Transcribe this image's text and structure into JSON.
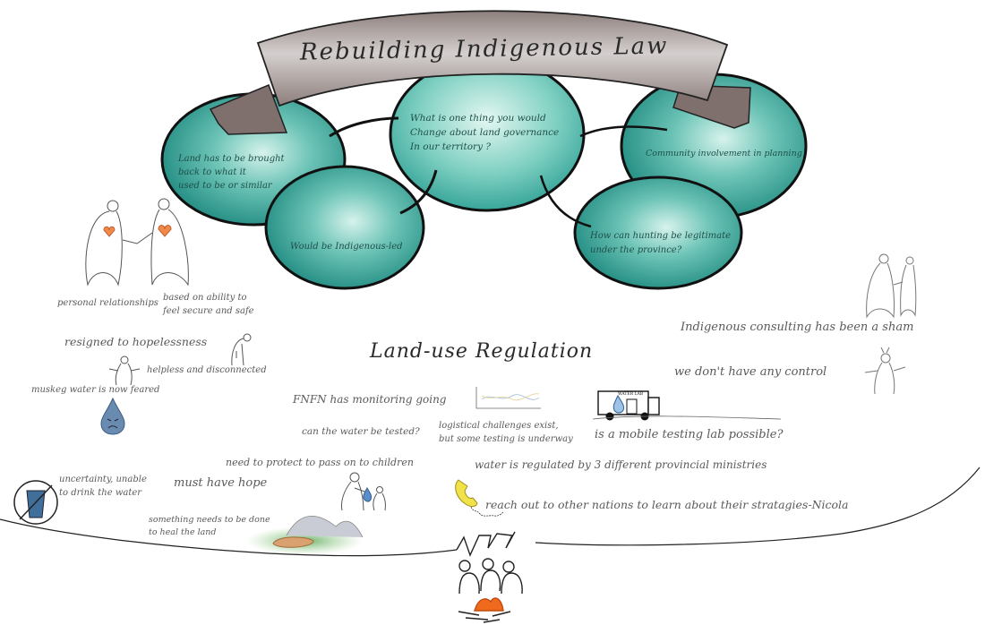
{
  "banner": {
    "title": "Rebuilding Indigenous Law"
  },
  "bubbles": {
    "center": [
      "What is one thing you would",
      "Change about land governance",
      "In our territory ?"
    ],
    "left": [
      "Land has to be brought",
      "back to what it",
      "used to be or similar"
    ],
    "bottom_left": "Would be Indigenous-led",
    "right": "Community involvement in planning",
    "bottom_right": [
      "How can hunting be legitimate",
      "under the province?"
    ]
  },
  "section_heading": "Land-use Regulation",
  "notes": {
    "personal_relationships": "personal relationships",
    "secure_safe": [
      "based on ability to",
      "feel secure and safe"
    ],
    "hopelessness": "resigned to hopelessness",
    "helpless": "helpless and disconnected",
    "muskeg": "muskeg water is now feared",
    "uncertainty": [
      "uncertainty, unable",
      "to drink the water"
    ],
    "must_have_hope": "must have hope",
    "protect_children": "need to protect to pass on to children",
    "heal_land": [
      "something needs to be done",
      "to heal the land"
    ],
    "fnfn_monitoring": "FNFN has monitoring going",
    "water_tested": "can the water be tested?",
    "logistical": [
      "logistical challenges exist,",
      "but some testing is underway"
    ],
    "mobile_lab": "is a mobile testing lab possible?",
    "consulting_sham": "Indigenous consulting has been a sham",
    "no_control": "we don't have any control",
    "regulated": "water is regulated by 3 different provincial ministries",
    "reach_out": "reach out to other nations to learn about their  stratagies-Nicola"
  },
  "icons": {
    "truck_label": "WATER LAB"
  },
  "colors": {
    "teal": "#2a9d92",
    "teal_light": "#bfe9df",
    "banner": "#a89c99",
    "heart": "#f08a4b",
    "phone": "#f2e24a",
    "fire": "#f06a1e",
    "water": "#5a8ecb"
  }
}
